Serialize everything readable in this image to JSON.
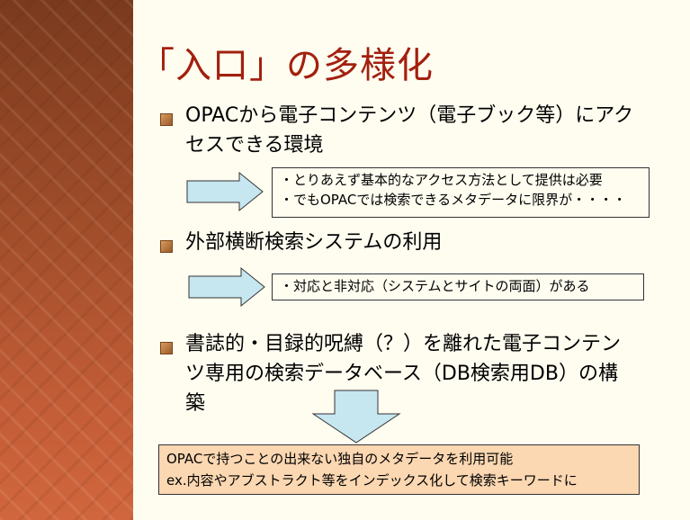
{
  "title": "「入口」の多様化",
  "bullets": [
    {
      "lines": [
        "OPACから電子コンテンツ（電子ブック等）にアク",
        "セスできる環境"
      ]
    },
    {
      "lines": [
        "外部横断検索システムの利用"
      ]
    },
    {
      "lines": [
        "書誌的・目録的呪縛（？）を離れた電子コンテン",
        "ツ専用の検索データベース（DB検索用DB）の構",
        "築"
      ]
    }
  ],
  "notes": [
    {
      "lines": [
        "・とりあえず基本的なアクセス方法として提供は必要",
        "・でもOPACでは検索できるメタデータに限界が・・・・"
      ]
    },
    {
      "lines": [
        "・対応と非対応（システムとサイトの両面）がある"
      ]
    }
  ],
  "result": {
    "lines": [
      "OPACで持つことの出来ない独自のメタデータを利用可能",
      "ex.内容やアブストラクト等をインデックス化して検索キーワードに"
    ]
  },
  "colors": {
    "title": "#a3200f",
    "arrow_fill": "#c6e6f0",
    "result_fill": "#fbd7b2",
    "side_band": "#a24e2b"
  }
}
